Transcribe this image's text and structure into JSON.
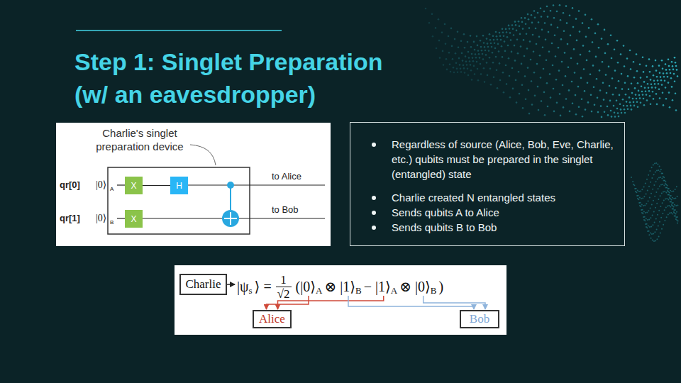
{
  "diagram": {
    "title": "Step 1: Singlet Preparation (w/ an eavesdropper)",
    "nodes": [
      {
        "text": [
          "Regardless of source (Alice, Bob, Eve, Charlie, etc.) qubits must be prepared in the singlet (entangled) state",
          "Charlie created N entangled states",
          "Sends qubits A to Alice",
          "Sends qubits B to Bob"
        ]
      },
      {
        "text": [
          "X"
        ]
      },
      {
        "text": [
          "H"
        ]
      },
      {
        "text": [
          "X"
        ]
      },
      {
        "text": [
          "Charlie"
        ]
      },
      {
        "text": [
          "Alice"
        ]
      },
      {
        "text": [
          "Bob"
        ]
      }
    ],
    "edges": [
      {
        "from": 1,
        "to": 2,
        "arrow": "none"
      }
    ],
    "labels": [
      "Charlie's singlet preparation device",
      "qr[0]",
      "|0⟩",
      "A",
      "qr[1]",
      "|0⟩",
      "B",
      "to Alice",
      "to Bob",
      "|ψ",
      "s",
      "⟩ =",
      "1",
      "√2",
      "(|0⟩",
      "A",
      "⊗ |1⟩",
      "B",
      "− |1⟩",
      "A",
      "⊗ |0⟩",
      "B",
      ")"
    ]
  }
}
